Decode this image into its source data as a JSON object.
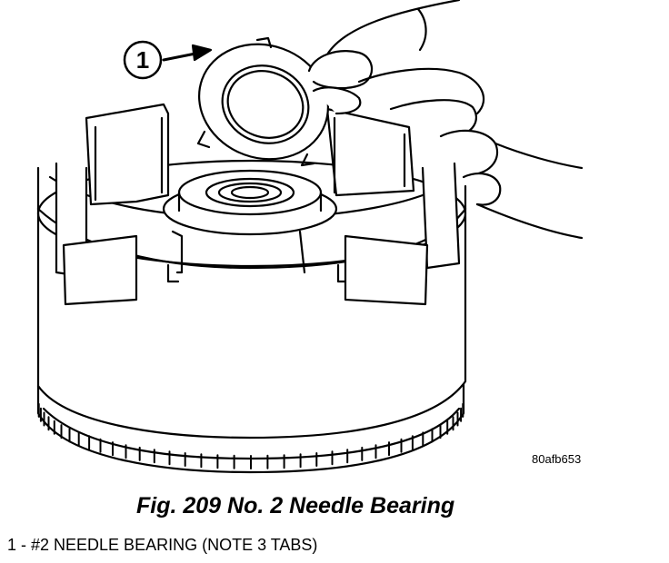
{
  "figure": {
    "callout_number": "1",
    "figure_id": "80afb653",
    "caption": "Fig. 209 No. 2 Needle Bearing",
    "legend": "1 - #2 NEEDLE BEARING (NOTE 3 TABS)"
  }
}
